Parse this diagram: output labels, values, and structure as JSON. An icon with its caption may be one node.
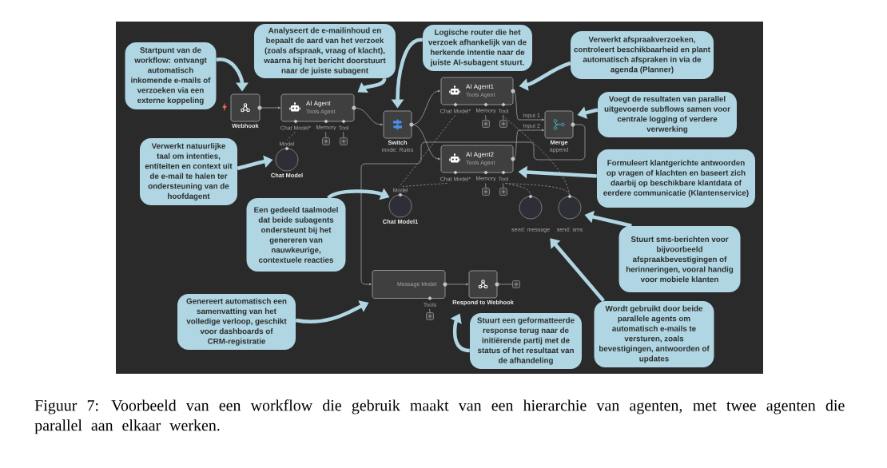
{
  "diagram": {
    "caption": "Figuur 7: Voorbeeld van een workflow die gebruik maakt van een hierarchie van agenten, met twee agenten die parallel aan elkaar werken.",
    "nodes": [
      {
        "text": [
          "Webhook"
        ]
      },
      {
        "text": [
          "AI Agent",
          "Tools Agent"
        ],
        "beside": [
          "Chat Model*",
          "Memory",
          "Tool"
        ]
      },
      {
        "text": [
          "Chat Model"
        ],
        "beside": [
          "Model"
        ]
      },
      {
        "text": [
          "Switch",
          "mode: Rules"
        ]
      },
      {
        "text": [
          "AI Agent1",
          "Tools Agent"
        ],
        "beside": [
          "Chat Model*",
          "Memory",
          "Tool"
        ]
      },
      {
        "text": [
          "AI Agent2",
          "Tools Agent"
        ],
        "beside": [
          "Chat Model*",
          "Memory",
          "Tool"
        ]
      },
      {
        "text": [
          "Merge",
          "append"
        ],
        "beside": [
          "Input 1",
          "Input 2"
        ]
      },
      {
        "text": [
          "Chat Model1"
        ],
        "beside": [
          "Model"
        ]
      },
      {
        "text": [
          "send: message"
        ]
      },
      {
        "text": [
          "send: sms"
        ]
      },
      {
        "text": [
          "Message Model"
        ],
        "beside": [
          "Tools"
        ]
      },
      {
        "text": [
          "Respond to Webhook"
        ]
      },
      {
        "text": [],
        "shape": "box"
      },
      {
        "text": [],
        "shape": "box"
      },
      {
        "text": [],
        "shape": "box"
      },
      {
        "text": [],
        "shape": "box"
      },
      {
        "text": [],
        "shape": "box"
      },
      {
        "text": [],
        "shape": "box"
      },
      {
        "text": [],
        "shape": "box"
      },
      {
        "text": [],
        "shape": "box"
      },
      {
        "text": [
          "Startpunt van de workflow: ontvangt automatisch inkomende e-mails of verzoeken via een externe koppeling"
        ]
      },
      {
        "text": [
          "Analyseert de e-mailinhoud en bepaalt de aard van het verzoek (zoals afspraak, vraag of klacht), waarna hij het bericht doorstuurt naar de juiste subagent"
        ]
      },
      {
        "text": [
          "Logische router die het verzoek afhankelijk van de herkende intentie naar de juiste AI-subagent stuurt."
        ]
      },
      {
        "text": [
          "Verwerkt afspraakverzoeken, controleert beschikbaarheid en plant automatisch afspraken in via de agenda (Planner)"
        ]
      },
      {
        "text": [
          "Voegt de resultaten van parallel uitgevoerde subflows samen voor centrale logging of verdere verwerking"
        ]
      },
      {
        "text": [
          "Verwerkt natuurlijke taal om intenties, entiteiten en context uit de e-mail te halen ter ondersteuning van de hoofdagent"
        ]
      },
      {
        "text": [
          "Formuleert klantgerichte antwoorden op vragen of klachten en baseert zich daarbij op beschikbare klantdata of eerdere communicatie (Klantenservice)"
        ]
      },
      {
        "text": [
          "Een gedeeld taalmodel dat beide subagents ondersteunt bij het genereren van nauwkeurige, contextuele reacties"
        ]
      },
      {
        "text": [
          "Stuurt sms-berichten voor bijvoorbeeld afspraakbevestigingen of herinneringen, vooral handig voor mobiele klanten"
        ]
      },
      {
        "text": [
          "Genereert automatisch een samenvatting van het volledige verloop, geschikt voor dashboards of CRM-registratie"
        ]
      },
      {
        "text": [
          "Stuurt een geformatteerde response terug naar de initiërende partij met de status of het resultaat van de afhandeling"
        ]
      },
      {
        "text": [
          "Wordt gebruikt door beide parallele agents om automatisch e-mails te versturen, zoals bevestigingen, antwoorden of updates"
        ]
      }
    ],
    "edges": [
      {
        "from": 0,
        "to": 1,
        "arrow": "to"
      },
      {
        "from": 1,
        "to": 3,
        "arrow": "to"
      },
      {
        "from": 3,
        "to": 4,
        "arrow": "to"
      },
      {
        "from": 3,
        "to": 5,
        "arrow": "to"
      },
      {
        "from": 4,
        "to": 6,
        "arrow": "to"
      },
      {
        "from": 5,
        "to": 6,
        "arrow": "to"
      },
      {
        "from": 6,
        "to": 10,
        "arrow": "to"
      },
      {
        "from": 10,
        "to": 11,
        "arrow": "to"
      },
      {
        "from": 11,
        "to": 19,
        "arrow": "none"
      },
      {
        "from": 1,
        "to": 2,
        "arrow": "none",
        "style": "dashed"
      },
      {
        "from": 4,
        "to": 7,
        "arrow": "none",
        "style": "dashed"
      },
      {
        "from": 5,
        "to": 7,
        "arrow": "none",
        "style": "dashed"
      },
      {
        "from": 4,
        "to": 9,
        "arrow": "none",
        "style": "dashed"
      },
      {
        "from": 5,
        "to": 8,
        "arrow": "none",
        "style": "dashed"
      },
      {
        "from": 5,
        "to": 9,
        "arrow": "none",
        "style": "dashed"
      },
      {
        "from": 1,
        "to": 12,
        "arrow": "none"
      },
      {
        "from": 1,
        "to": 13,
        "arrow": "none"
      },
      {
        "from": 4,
        "to": 14,
        "arrow": "none"
      },
      {
        "from": 4,
        "to": 15,
        "arrow": "none"
      },
      {
        "from": 5,
        "to": 16,
        "arrow": "none"
      },
      {
        "from": 5,
        "to": 17,
        "arrow": "none"
      },
      {
        "from": 10,
        "to": 18,
        "arrow": "none"
      },
      {
        "from": 20,
        "to": 0,
        "arrow": "to",
        "style": "thick",
        "color": "#afd6e2"
      },
      {
        "from": 21,
        "to": 1,
        "arrow": "to",
        "style": "thick",
        "color": "#afd6e2"
      },
      {
        "from": 22,
        "to": 3,
        "arrow": "to",
        "style": "thick",
        "color": "#afd6e2"
      },
      {
        "from": 23,
        "to": 4,
        "arrow": "to",
        "style": "thick",
        "color": "#afd6e2"
      },
      {
        "from": 24,
        "to": 6,
        "arrow": "to",
        "style": "thick",
        "color": "#afd6e2"
      },
      {
        "from": 25,
        "to": 2,
        "arrow": "to",
        "style": "thick",
        "color": "#afd6e2"
      },
      {
        "from": 26,
        "to": 5,
        "arrow": "to",
        "style": "thick",
        "color": "#afd6e2"
      },
      {
        "from": 27,
        "to": 7,
        "arrow": "to",
        "style": "thick",
        "color": "#afd6e2"
      },
      {
        "from": 28,
        "to": 9,
        "arrow": "to",
        "style": "thick",
        "color": "#afd6e2"
      },
      {
        "from": 29,
        "to": 10,
        "arrow": "to",
        "style": "thick",
        "color": "#afd6e2"
      },
      {
        "from": 30,
        "to": 11,
        "arrow": "to",
        "style": "thick",
        "color": "#afd6e2"
      },
      {
        "from": 31,
        "to": 8,
        "arrow": "to",
        "style": "thick",
        "color": "#afd6e2"
      }
    ]
  }
}
